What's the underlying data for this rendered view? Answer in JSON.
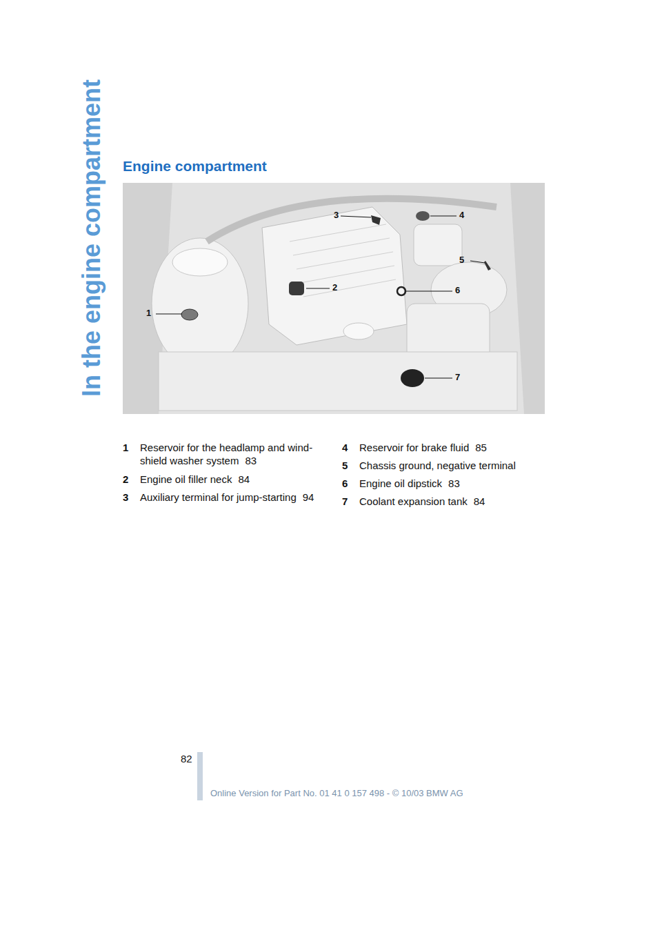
{
  "diagram": {
    "title": "Engine compartment",
    "labels": [
      "In the engine compartment",
      "1",
      "2",
      "3",
      "4",
      "5",
      "6",
      "7",
      "1",
      "Reservoir for the headlamp and wind- shield washer system",
      "83",
      "2",
      "Engine oil filler neck",
      "84",
      "3",
      "Auxiliary terminal for jump-starting",
      "94",
      "4",
      "Reservoir for brake fluid",
      "85",
      "5",
      "Chassis ground, negative terminal",
      "6",
      "Engine oil dipstick",
      "83",
      "7",
      "Coolant expansion tank",
      "84",
      "82",
      "Online Version for Part No. 01 41 0 157 498 - © 10/03 BMW AG"
    ]
  }
}
